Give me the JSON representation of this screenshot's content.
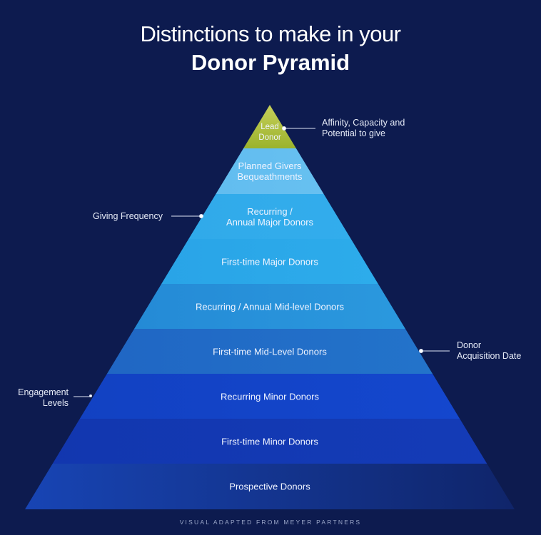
{
  "title": {
    "line1": "Distinctions to make in your",
    "line2": "Donor Pyramid"
  },
  "tiers": [
    {
      "label": "Lead\nDonor",
      "color": "#9bb32c",
      "color2": "#c6cf5a"
    },
    {
      "label": "Planned Givers\nBequeathments",
      "color": "#57b6ec",
      "color2": "#72c7f4"
    },
    {
      "label": "Recurring /\nAnnual Major Donors",
      "color": "#2ea7e8",
      "color2": "#35b0ee"
    },
    {
      "label": "First-time Major Donors",
      "color": "#269ee4",
      "color2": "#30b2ee"
    },
    {
      "label": "Recurring / Annual Mid-level Donors",
      "color": "#2183d2",
      "color2": "#2ea0e2"
    },
    {
      "label": "First-time Mid-Level Donors",
      "color": "#1f62c2",
      "color2": "#2478cc"
    },
    {
      "label": "Recurring Minor Donors",
      "color": "#1240c0",
      "color2": "#1448d0"
    },
    {
      "label": "First-time Minor Donors",
      "color": "#1236ae",
      "color2": "#143cb8"
    },
    {
      "label": "Prospective Donors",
      "color": "#1846b8",
      "color2": "#0f2366"
    }
  ],
  "notes": {
    "lead": "Affinity, Capacity and\nPotential to give",
    "frequency": "Giving Frequency",
    "acquisition": "Donor\nAcquisition Date",
    "engagement": "Engagement\nLevels"
  },
  "credit": "VISUAL ADAPTED FROM MEYER PARTNERS",
  "colors": {
    "background": "#0d1b4f"
  }
}
